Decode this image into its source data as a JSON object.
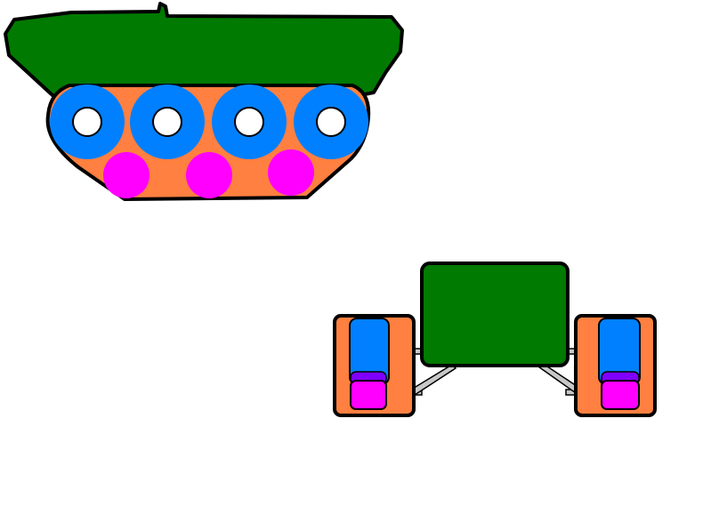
{
  "colors": {
    "background": "#ffffff",
    "outline": "#000000",
    "hull": "#007a00",
    "track": "#ff8040",
    "road_wheel": "#0080ff",
    "wheel_hub": "#ffffff",
    "return_roller": "#ff00ff",
    "roller_front_view": "#ff00ff",
    "roller_band": "#8000ff",
    "suspension_arm": "#c8c8c8"
  },
  "side_view": {
    "road_wheel_count": 4,
    "return_roller_count": 3
  },
  "front_view": {
    "track_units": [
      "left",
      "right"
    ]
  }
}
